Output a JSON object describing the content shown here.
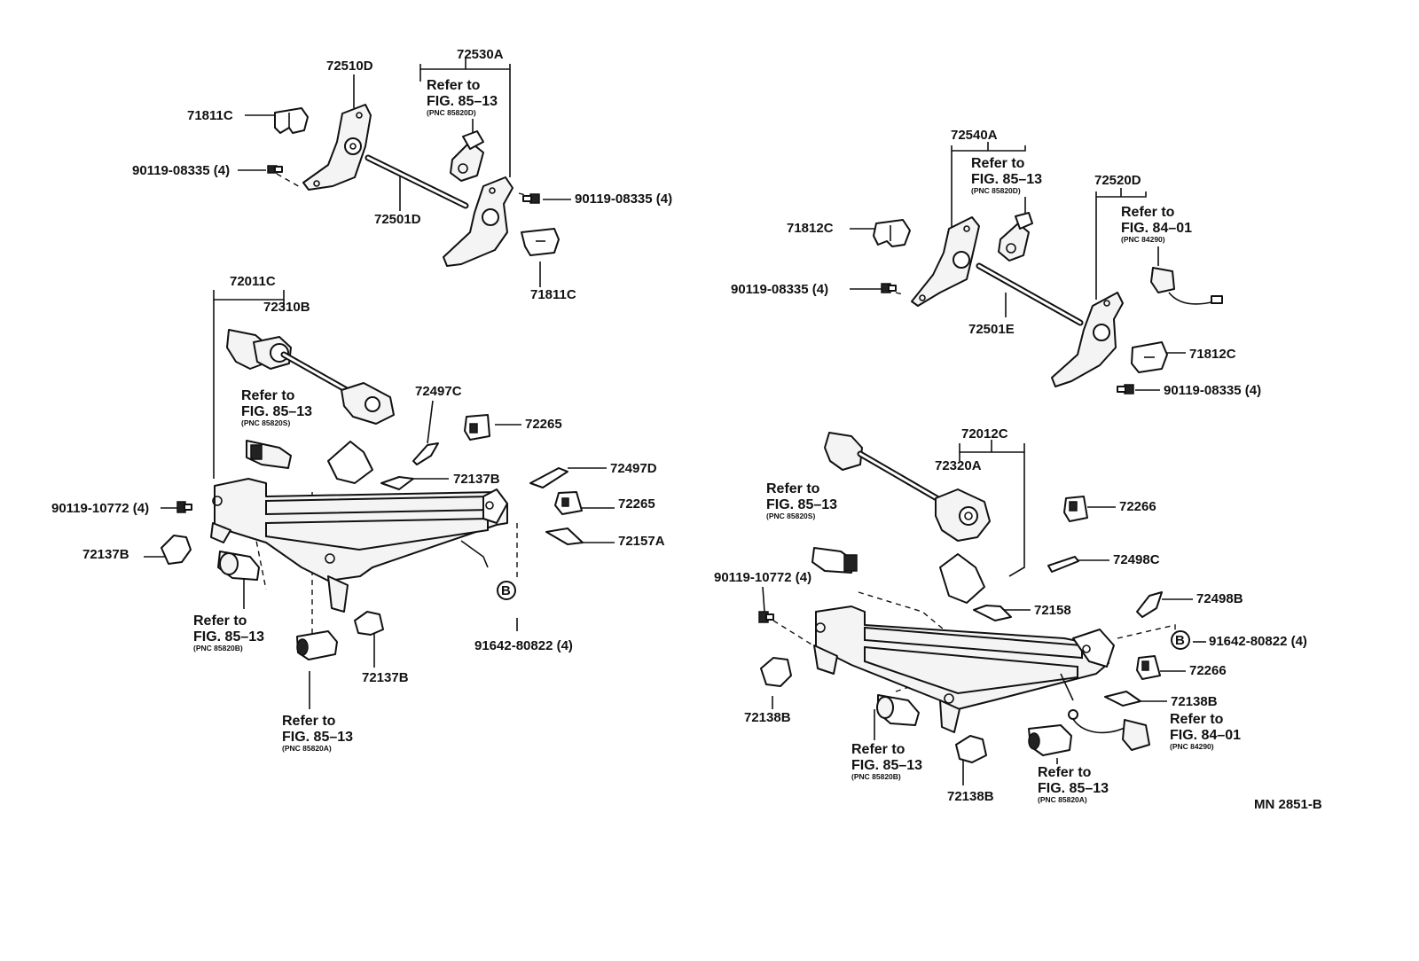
{
  "drawing_number": "MN 2851-B",
  "circle_b": "B",
  "left": {
    "p72510D": "72510D",
    "p72530A": "72530A",
    "p71811C_a": "71811C",
    "p71811C_b": "71811C",
    "p90119_08335_a": "90119-08335 (4)",
    "p90119_08335_b": "90119-08335 (4)",
    "p72501D": "72501D",
    "ref_motor": {
      "refer": "Refer to",
      "fig": "FIG. 85–13",
      "pnc": "(PNC 85820D)"
    },
    "p72011C": "72011C",
    "p72310B": "72310B",
    "ref_side": {
      "refer": "Refer to",
      "fig": "FIG. 85–13",
      "pnc": "(PNC 85820S)"
    },
    "p72497C": "72497C",
    "p72265_a": "72265",
    "p72137B_a": "72137B",
    "p72497D": "72497D",
    "p90119_10772": "90119-10772 (4)",
    "p72265_b": "72265",
    "p72137B_b": "72137B",
    "p72157A": "72157A",
    "ref_bottom_b": {
      "refer": "Refer to",
      "fig": "FIG. 85–13",
      "pnc": "(PNC 85820B)"
    },
    "p91642_80822": "91642-80822 (4)",
    "p72137B_c": "72137B",
    "ref_bottom_a": {
      "refer": "Refer to",
      "fig": "FIG. 85–13",
      "pnc": "(PNC 85820A)"
    }
  },
  "right": {
    "p72540A": "72540A",
    "ref_motor": {
      "refer": "Refer to",
      "fig": "FIG. 85–13",
      "pnc": "(PNC 85820D)"
    },
    "p72520D": "72520D",
    "ref_switch": {
      "refer": "Refer to",
      "fig": "FIG. 84–01",
      "pnc": "(PNC 84290)"
    },
    "p71812C_a": "71812C",
    "p90119_08335_a": "90119-08335 (4)",
    "p72501E": "72501E",
    "p71812C_b": "71812C",
    "p90119_08335_b": "90119-08335 (4)",
    "p72012C": "72012C",
    "p72320A": "72320A",
    "ref_side": {
      "refer": "Refer to",
      "fig": "FIG. 85–13",
      "pnc": "(PNC 85820S)"
    },
    "p72266_a": "72266",
    "p72498C": "72498C",
    "p90119_10772": "90119-10772 (4)",
    "p72158": "72158",
    "p72498B": "72498B",
    "p91642_80822": "91642-80822 (4)",
    "p72266_b": "72266",
    "p72138B_a": "72138B",
    "p72138B_b": "72138B",
    "ref_switch2": {
      "refer": "Refer to",
      "fig": "FIG. 84–01",
      "pnc": "(PNC 84290)"
    },
    "ref_bottom_b": {
      "refer": "Refer to",
      "fig": "FIG. 85–13",
      "pnc": "(PNC 85820B)"
    },
    "p72138B_c": "72138B",
    "ref_bottom_a": {
      "refer": "Refer to",
      "fig": "FIG. 85–13",
      "pnc": "(PNC 85820A)"
    }
  }
}
